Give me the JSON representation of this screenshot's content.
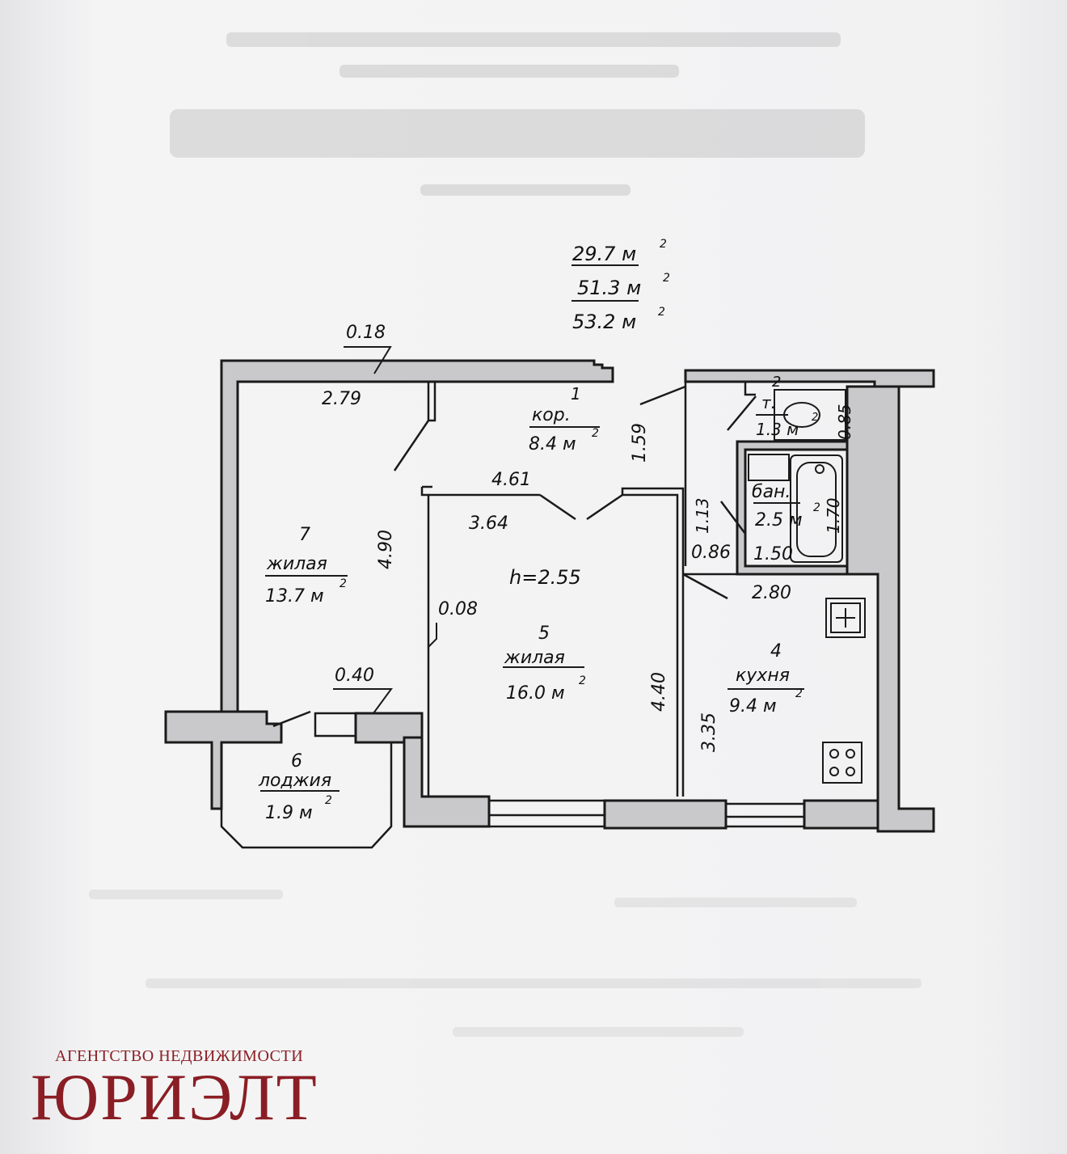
{
  "summary": {
    "living_area": "29.7 м",
    "total_area": "51.3 м",
    "total_with_loggia": "53.2 м",
    "sup": "2"
  },
  "ceiling": "h=2.55",
  "rooms": {
    "r1": {
      "num": "1",
      "name": "кор.",
      "area": "8.4 м"
    },
    "r2": {
      "num": "2",
      "name": "т.",
      "area": "1.3 м"
    },
    "r3": {
      "name": "бан.",
      "area": "2.5 м"
    },
    "r4": {
      "num": "4",
      "name": "кухня",
      "area": "9.4 м"
    },
    "r5": {
      "num": "5",
      "name": "жилая",
      "area": "16.0 м"
    },
    "r6": {
      "num": "6",
      "name": "лоджия",
      "area": "1.9 м"
    },
    "r7": {
      "num": "7",
      "name": "жилая",
      "area": "13.7 м"
    }
  },
  "dimensions": {
    "d018": "0.18",
    "d279": "2.79",
    "d159": "1.59",
    "d085": "0.85",
    "d170": "1.70",
    "d461": "4.61",
    "d364": "3.64",
    "d113": "1.13",
    "d086": "0.86",
    "d150": "1.50",
    "d280": "2.80",
    "d490": "4.90",
    "d008": "0.08",
    "d440": "4.40",
    "d335": "3.35",
    "d040": "0.40"
  },
  "logo": {
    "subtitle": "АГЕНТСТВО НЕДВИЖИМОСТИ",
    "name": "ЮРИЭЛТ",
    "color": "#8a1e24"
  },
  "colors": {
    "wall": "#c9c9cb",
    "line": "#1a1a1a"
  }
}
